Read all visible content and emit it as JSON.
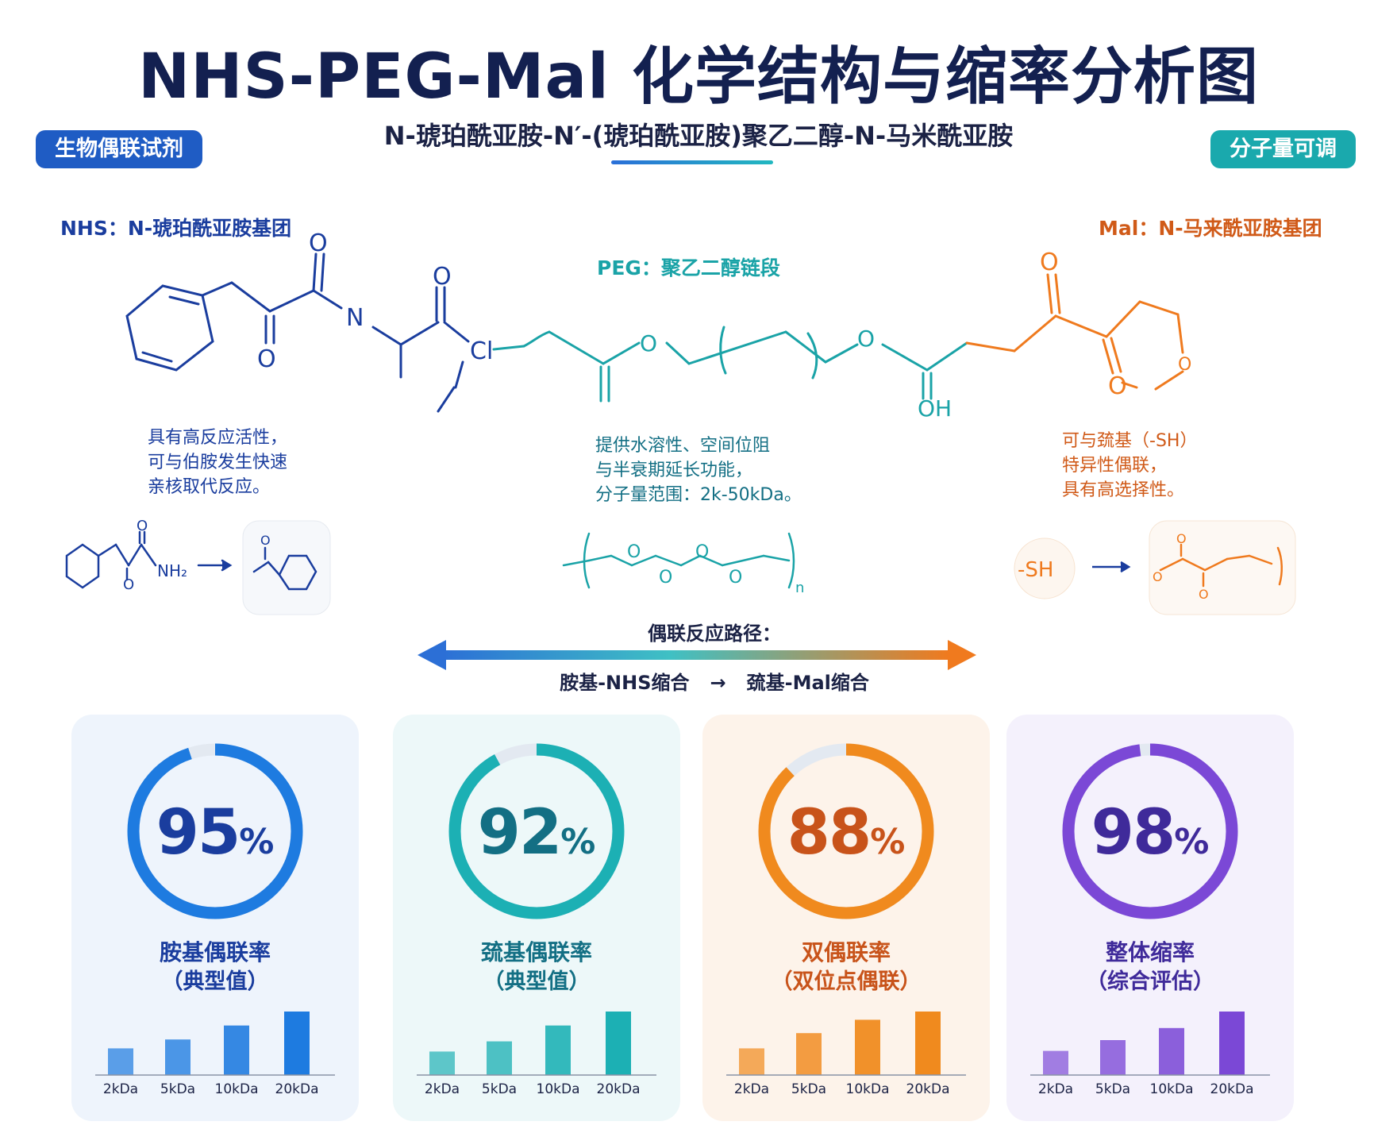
{
  "header": {
    "title": "NHS-PEG-Mal 化学结构与缩率分析图",
    "subtitle": "N-琥珀酰亚胺-N′-(琥珀酰亚胺)聚乙二醇-N-马米酰亚胺",
    "badge_left": "生物偶联试剂",
    "badge_right": "分子量可调"
  },
  "groups": {
    "nhs": {
      "label": "NHS：N-琥珀酰亚胺基团",
      "desc": [
        "具有高反应活性，",
        "可与伯胺发生快速",
        "亲核取代反应。"
      ],
      "reaction_reagent": "NH₂",
      "color": "#1a3d9e"
    },
    "peg": {
      "label": "PEG：聚乙二醇链段",
      "desc": [
        "提供水溶性、空间位阻",
        "与半衰期延长功能，",
        "分子量范围：2k-50kDa。"
      ],
      "repeat_subscript": "n",
      "color": "#1aa3a7"
    },
    "mal": {
      "label": "Mal：N-马来酰亚胺基团",
      "desc": [
        "可与巯基（-SH）",
        "特异性偶联，",
        "具有高选择性。"
      ],
      "reaction_reagent": "-SH",
      "color": "#e1721c"
    }
  },
  "structure_atoms": {
    "o": "O",
    "n": "N",
    "oh": "OH",
    "cl": "Cl"
  },
  "pathway": {
    "title": "偶联反应路径：",
    "step1": "胺基-NHS缩合",
    "arrow": "→",
    "step2": "巯基-Mal缩合"
  },
  "cards": [
    {
      "value": 95,
      "pct_number": "95",
      "pct_symbol": "%",
      "label": "胺基偶联率",
      "sub": "（典型值）",
      "color": "#1e7be0",
      "text_color": "#1a3d9e",
      "bg": "#eef4fc"
    },
    {
      "value": 92,
      "pct_number": "92",
      "pct_symbol": "%",
      "label": "巯基偶联率",
      "sub": "（典型值）",
      "color": "#1cb0b4",
      "text_color": "#136f84",
      "bg": "#edf8f9"
    },
    {
      "value": 88,
      "pct_number": "88",
      "pct_symbol": "%",
      "label": "双偶联率",
      "sub": "（双位点偶联）",
      "color": "#f08a1e",
      "text_color": "#c8531a",
      "bg": "#fdf3ea"
    },
    {
      "value": 98,
      "pct_number": "98",
      "pct_symbol": "%",
      "label": "整体缩率",
      "sub": "（综合评估）",
      "color": "#7b48d6",
      "text_color": "#3f2a9a",
      "bg": "#f4f1fc"
    }
  ],
  "chart_data": [
    {
      "type": "bar",
      "categories": [
        "2kDa",
        "5kDa",
        "10kDa",
        "20kDa"
      ],
      "values": [
        0.42,
        0.56,
        0.78,
        1.0
      ],
      "color": "#1e7be0"
    },
    {
      "type": "bar",
      "categories": [
        "2kDa",
        "5kDa",
        "10kDa",
        "20kDa"
      ],
      "values": [
        0.37,
        0.53,
        0.78,
        1.0
      ],
      "color": "#1cb0b4"
    },
    {
      "type": "bar",
      "categories": [
        "2kDa",
        "5kDa",
        "10kDa",
        "20kDa"
      ],
      "values": [
        0.42,
        0.66,
        0.87,
        1.0
      ],
      "color": "#f08a1e"
    },
    {
      "type": "bar",
      "categories": [
        "2kDa",
        "5kDa",
        "10kDa",
        "20kDa"
      ],
      "values": [
        0.38,
        0.55,
        0.74,
        1.0
      ],
      "color": "#7b48d6"
    }
  ]
}
